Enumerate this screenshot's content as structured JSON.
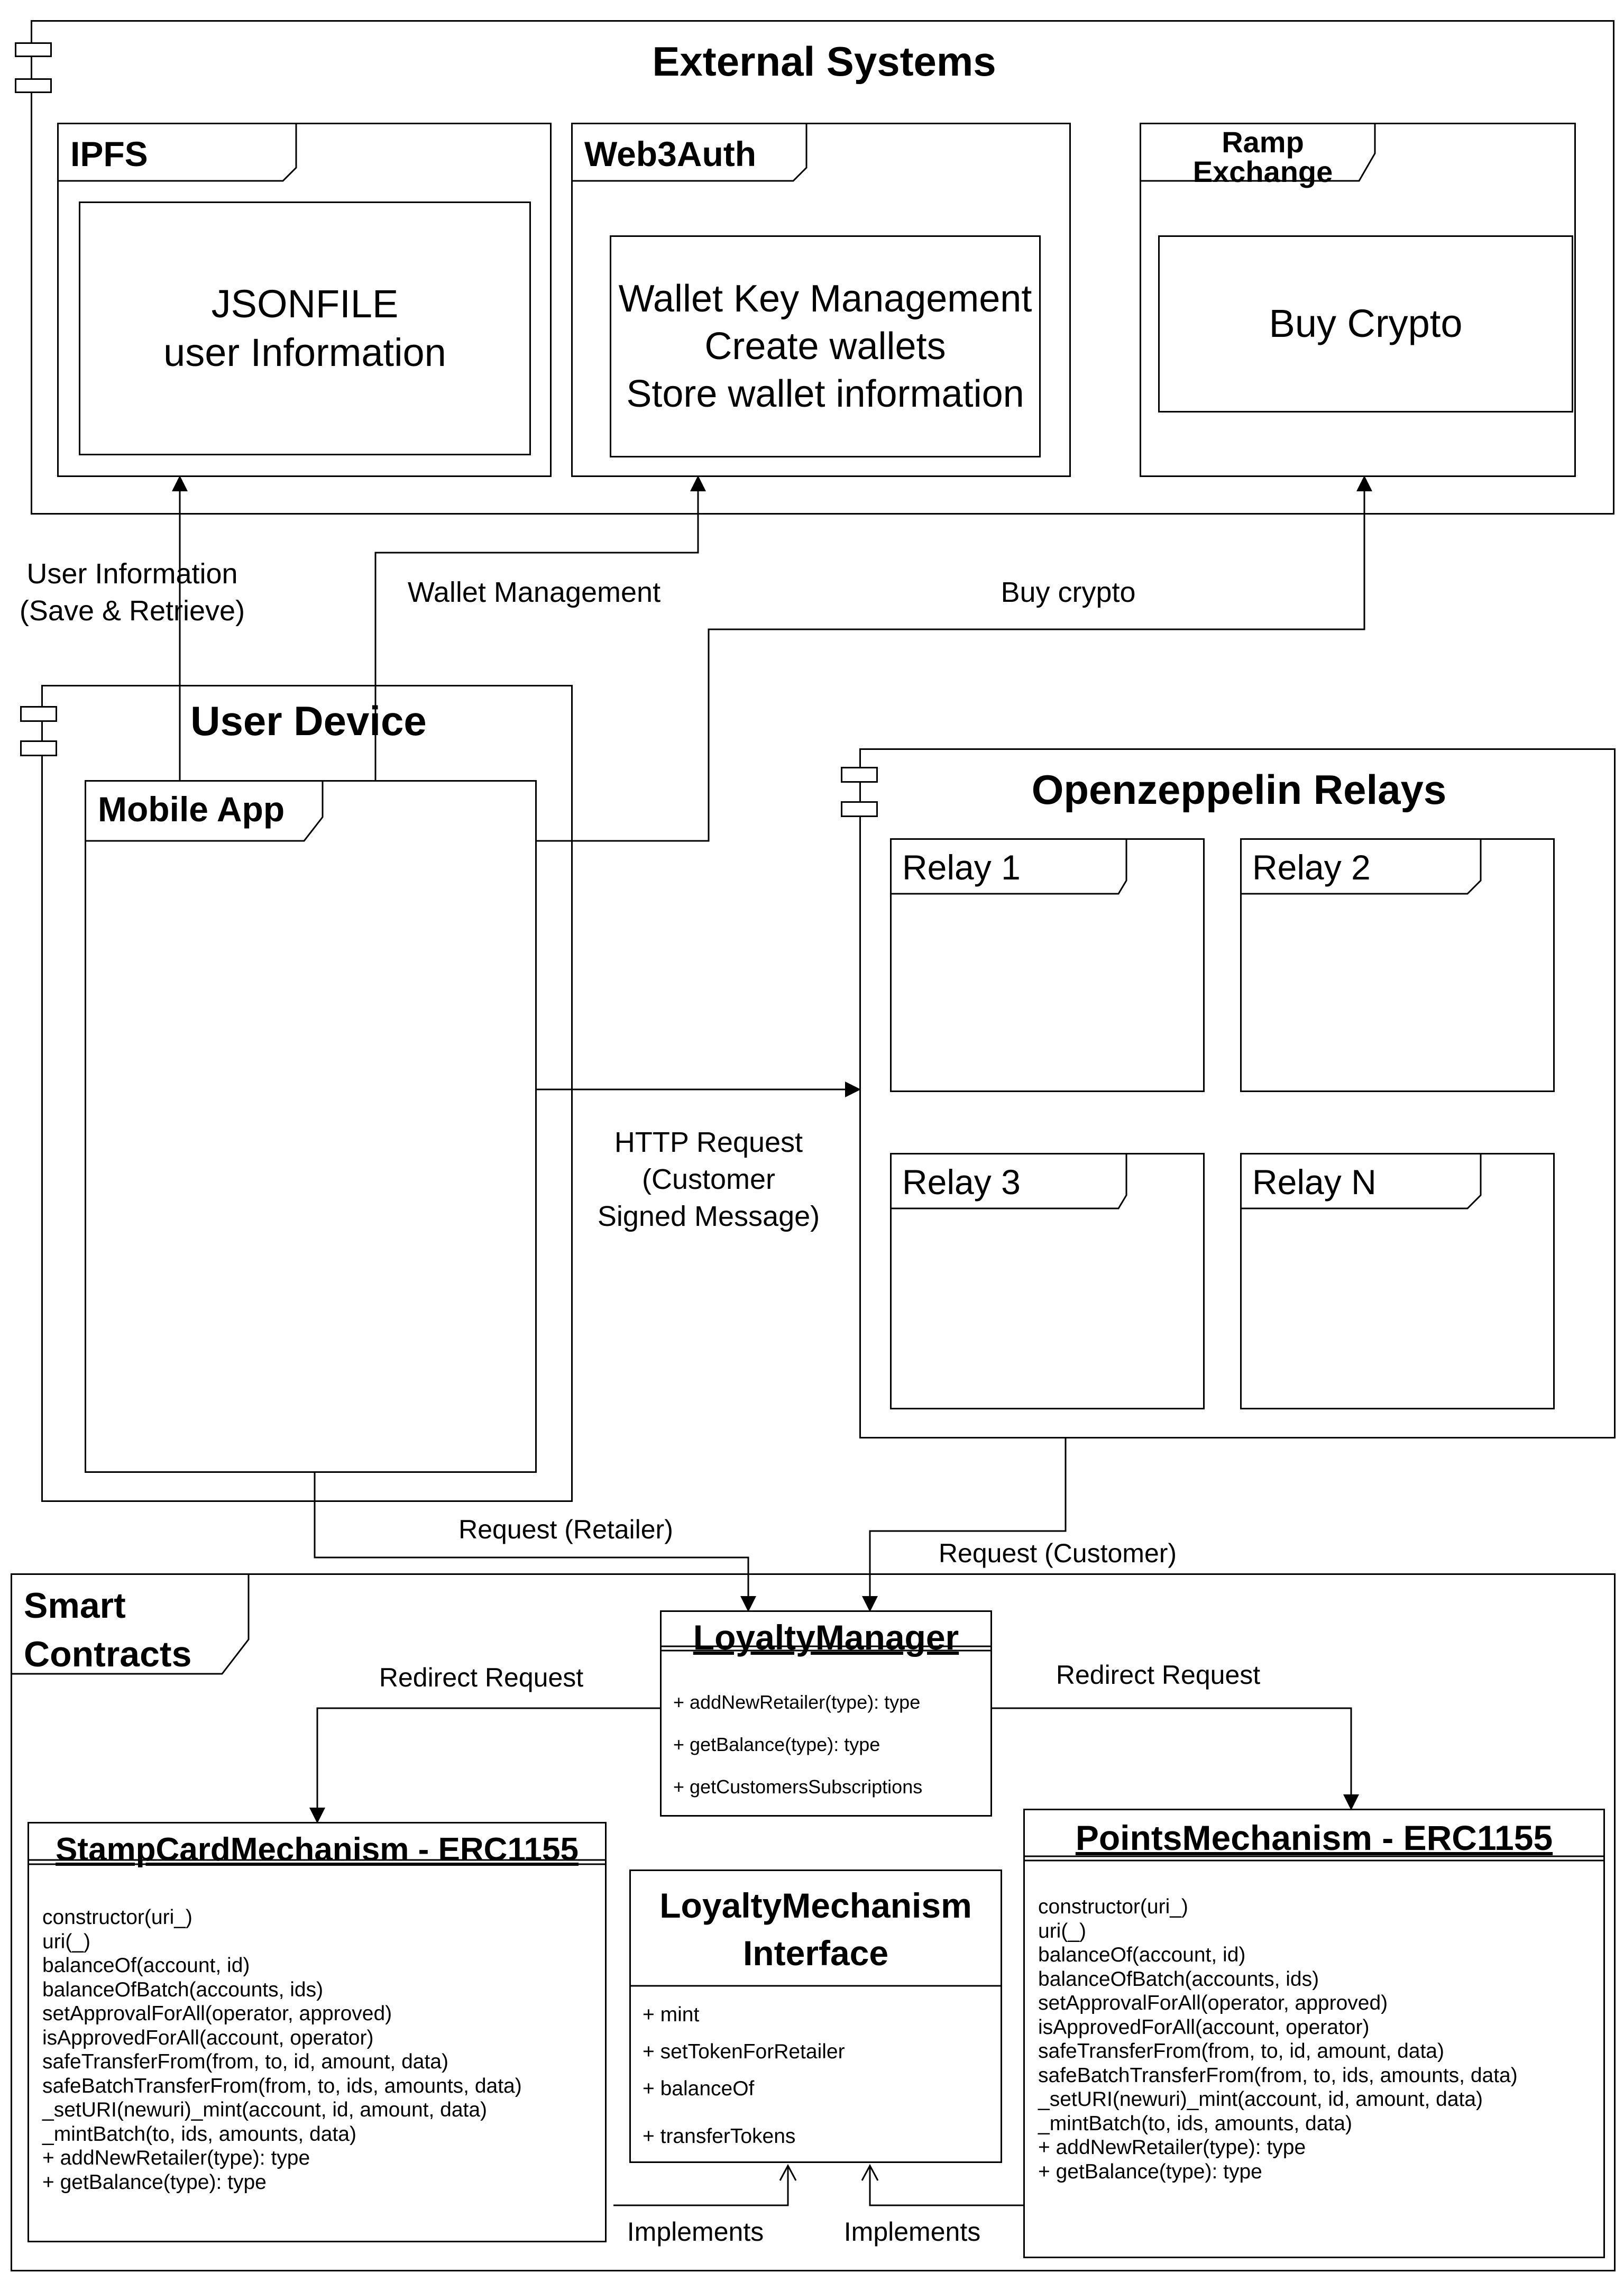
{
  "external_systems": {
    "title": "External Systems",
    "ipfs": {
      "label": "IPFS",
      "content": [
        "JSONFILE",
        "user Information"
      ]
    },
    "web3auth": {
      "label": "Web3Auth",
      "content": [
        "Wallet Key Management",
        "Create wallets",
        "Store wallet information"
      ]
    },
    "ramp": {
      "label_line1": "Ramp",
      "label_line2": "Exchange",
      "content": [
        "Buy Crypto"
      ]
    }
  },
  "user_device": {
    "title": "User Device",
    "mobile_app": "Mobile App"
  },
  "relays": {
    "title": "Openzeppelin Relays",
    "items": [
      "Relay 1",
      "Relay 2",
      "Relay 3",
      "Relay N"
    ]
  },
  "connections": {
    "user_info": [
      "User Information",
      "(Save & Retrieve)"
    ],
    "wallet_mgmt": "Wallet Management",
    "buy_crypto": "Buy crypto",
    "http_request": [
      "HTTP Request",
      "(Customer",
      "Signed Message)"
    ],
    "request_retailer": "Request (Retailer)",
    "request_customer": "Request (Customer)",
    "redirect_left": "Redirect Request",
    "redirect_right": "Redirect Request",
    "implements_left": "Implements",
    "implements_right": "Implements"
  },
  "smart_contracts": {
    "label_line1": "Smart",
    "label_line2": "Contracts",
    "loyalty_manager": {
      "title": "LoyaltyManager",
      "methods": [
        "+ addNewRetailer(type): type",
        "+ getBalance(type): type",
        "+ getCustomersSubscriptions"
      ]
    },
    "stamp_card": {
      "title": "StampCardMechanism -  ERC1155",
      "methods": [
        "constructor(uri_)",
        "uri(_)",
        "balanceOf(account, id)",
        "balanceOfBatch(accounts, ids)",
        "setApprovalForAll(operator, approved)",
        "isApprovedForAll(account, operator)",
        "safeTransferFrom(from, to, id, amount, data)",
        "safeBatchTransferFrom(from, to, ids, amounts, data)",
        "_setURI(newuri)_mint(account, id, amount, data)",
        "_mintBatch(to, ids, amounts, data)",
        "+ addNewRetailer(type): type",
        "+ getBalance(type): type"
      ]
    },
    "points": {
      "title": "PointsMechanism - ERC1155",
      "methods": [
        "constructor(uri_)",
        "uri(_)",
        "balanceOf(account, id)",
        "balanceOfBatch(accounts, ids)",
        "setApprovalForAll(operator, approved)",
        "isApprovedForAll(account, operator)",
        "safeTransferFrom(from, to, id, amount, data)",
        "safeBatchTransferFrom(from, to, ids, amounts, data)",
        "_setURI(newuri)_mint(account, id, amount, data)",
        "_mintBatch(to, ids, amounts, data)",
        "+ addNewRetailer(type): type",
        "+ getBalance(type): type"
      ]
    },
    "interface": {
      "title_line1": "LoyaltyMechanism",
      "title_line2": "Interface",
      "methods": [
        "+ mint",
        "+ setTokenForRetailer",
        "+ balanceOf",
        "+ transferTokens"
      ]
    }
  }
}
